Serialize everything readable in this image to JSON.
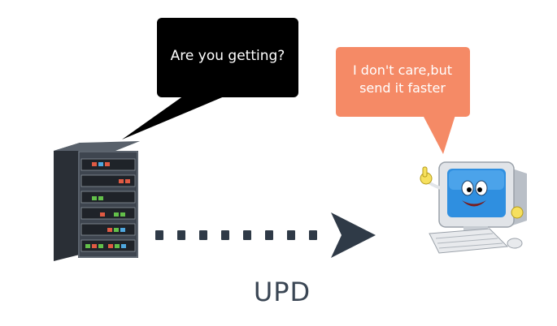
{
  "server_bubble": {
    "text": "Are you getting?",
    "color": "#000000"
  },
  "client_bubble": {
    "line1": "I don't care,but",
    "line2": "send it faster",
    "color": "#f58a66"
  },
  "protocol_label": "UPD",
  "arrow": {
    "style": "dashed",
    "color": "#2f3a47"
  },
  "icons": [
    "server-rack-icon",
    "computer-mascot-icon"
  ]
}
